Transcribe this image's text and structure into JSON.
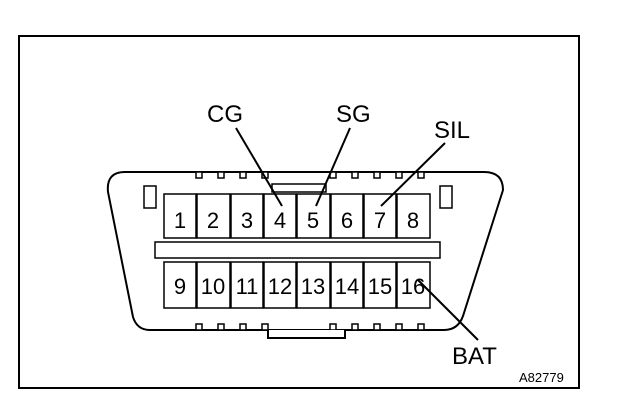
{
  "diagram": {
    "figure_id": "A82779",
    "signal_labels": [
      {
        "label": "CG",
        "pin": "4"
      },
      {
        "label": "SG",
        "pin": "5"
      },
      {
        "label": "SIL",
        "pin": "7"
      },
      {
        "label": "BAT",
        "pin": "16"
      }
    ],
    "top_row_pins": [
      "1",
      "2",
      "3",
      "4",
      "5",
      "6",
      "7",
      "8"
    ],
    "bottom_row_pins": [
      "9",
      "10",
      "11",
      "12",
      "13",
      "14",
      "15",
      "16"
    ]
  }
}
